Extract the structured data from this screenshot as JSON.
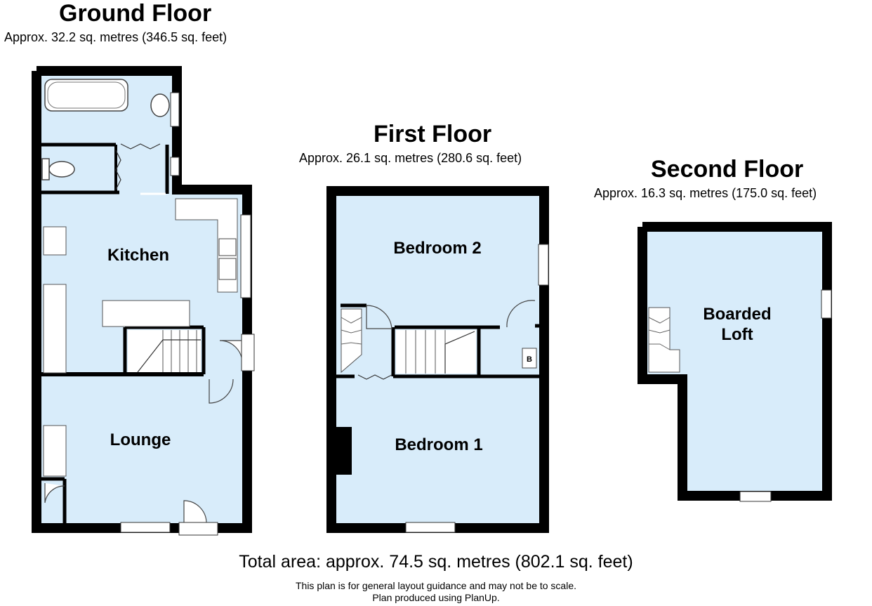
{
  "floors": {
    "ground": {
      "title": "Ground Floor",
      "area": "Approx. 32.2 sq. metres (346.5 sq. feet)",
      "rooms": {
        "kitchen": "Kitchen",
        "lounge": "Lounge"
      }
    },
    "first": {
      "title": "First Floor",
      "area": "Approx. 26.1 sq. metres (280.6 sq. feet)",
      "rooms": {
        "bedroom2": "Bedroom 2",
        "bedroom1": "Bedroom 1",
        "boiler": "B"
      }
    },
    "second": {
      "title": "Second Floor",
      "area": "Approx. 16.3 sq. metres (175.0 sq. feet)",
      "rooms": {
        "loft_line1": "Boarded",
        "loft_line2": "Loft"
      }
    }
  },
  "footer": {
    "total": "Total area: approx. 74.5 sq. metres (802.1 sq. feet)",
    "disclaimer": "This plan is for general layout guidance and may not be to scale.",
    "produced_by": "Plan produced using PlanUp."
  },
  "colors": {
    "room_fill": "#d8ecfa",
    "wall": "#000000",
    "fixture": "#ffffff"
  }
}
